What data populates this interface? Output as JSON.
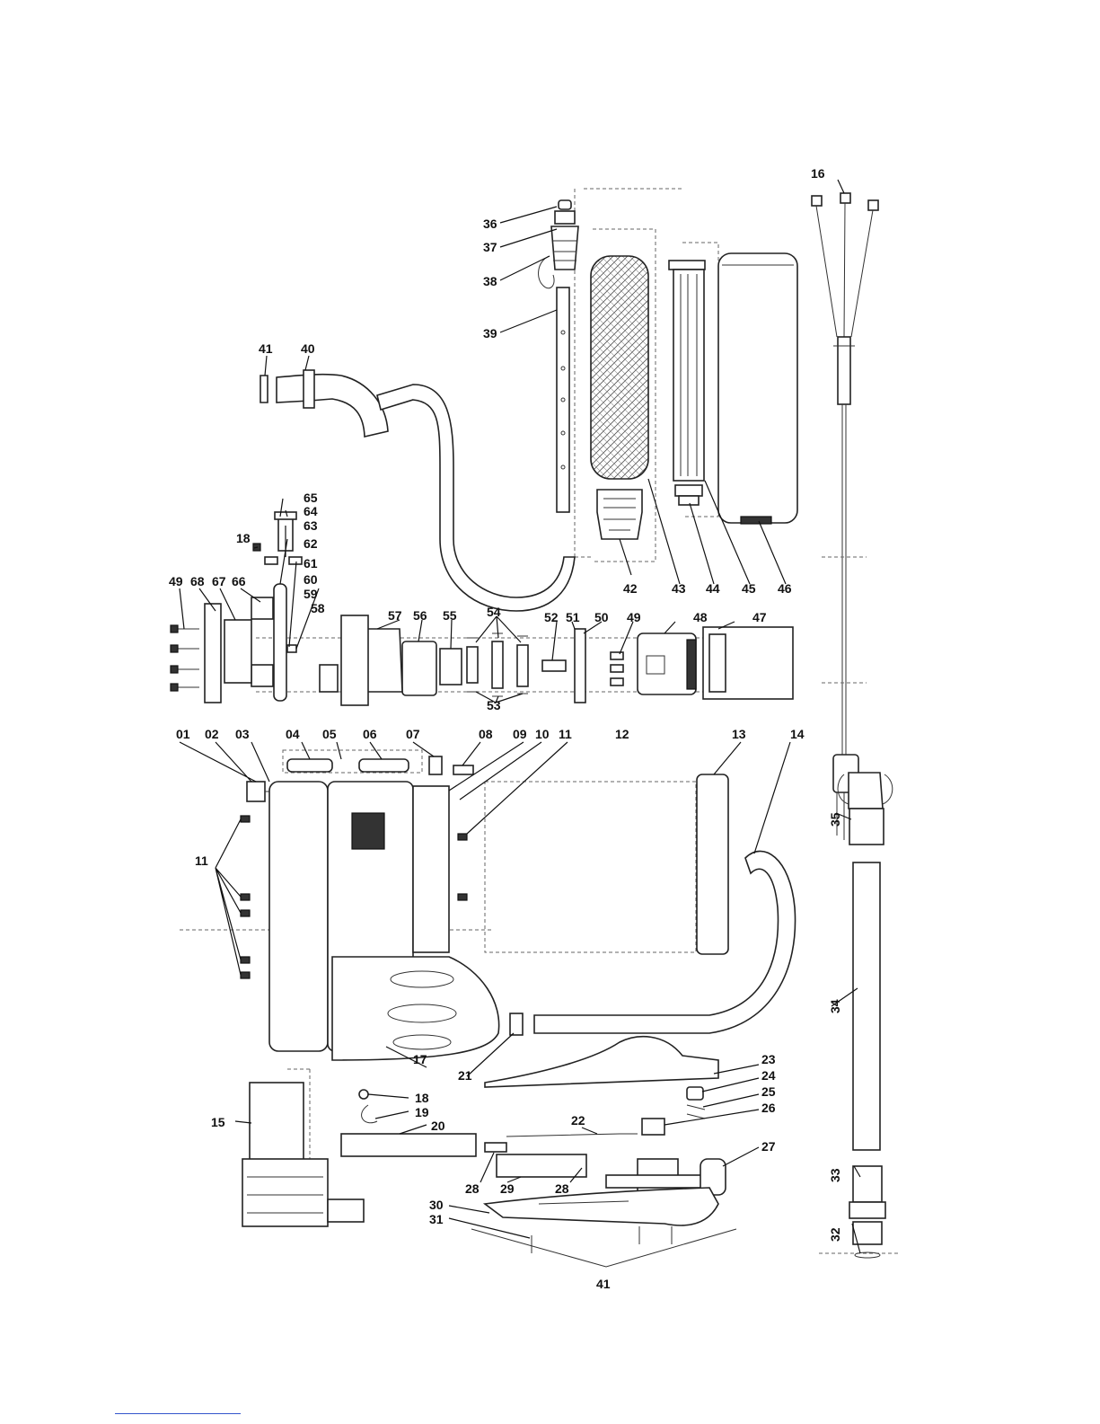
{
  "labels": [
    "01",
    "02",
    "03",
    "04",
    "05",
    "06",
    "07",
    "08",
    "09",
    "10",
    "11",
    "11",
    "12",
    "13",
    "14",
    "15",
    "16",
    "17",
    "18",
    "18",
    "19",
    "20",
    "21",
    "22",
    "23",
    "24",
    "25",
    "26",
    "27",
    "28",
    "28",
    "29",
    "30",
    "31",
    "32",
    "33",
    "34",
    "35",
    "36",
    "37",
    "38",
    "39",
    "40",
    "41",
    "41",
    "42",
    "43",
    "44",
    "45",
    "46",
    "47",
    "48",
    "49",
    "49",
    "50",
    "51",
    "52",
    "53",
    "54",
    "55",
    "56",
    "57",
    "58",
    "59",
    "60",
    "61",
    "62",
    "63",
    "64",
    "65",
    "66",
    "67",
    "68"
  ]
}
